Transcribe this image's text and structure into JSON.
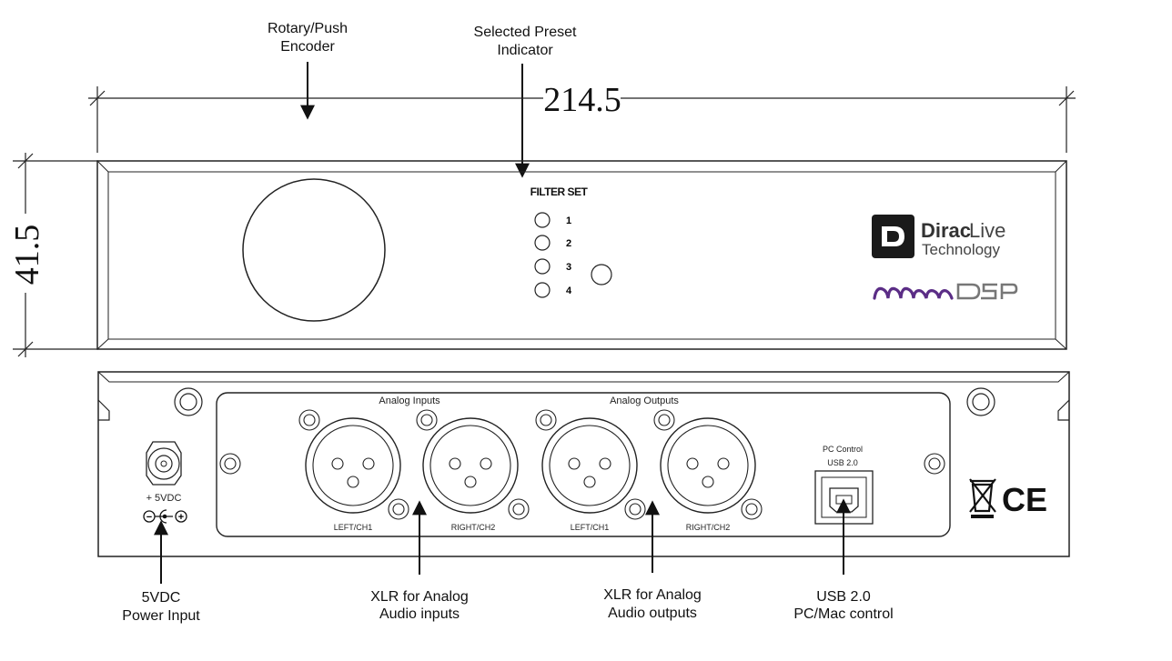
{
  "callouts": {
    "encoder": [
      "Rotary/Push",
      "Encoder"
    ],
    "preset": [
      "Selected Preset",
      "Indicator"
    ],
    "power": [
      "5VDC",
      "Power Input"
    ],
    "xlr_in": [
      "XLR for Analog",
      "Audio inputs"
    ],
    "xlr_out": [
      "XLR for Analog",
      "Audio outputs"
    ],
    "usb": [
      "USB 2.0",
      "PC/Mac control"
    ]
  },
  "dimensions": {
    "width": "214.5",
    "height": "41.5"
  },
  "front_panel": {
    "filter_set_label": "FILTER SET",
    "presets": [
      "1",
      "2",
      "3",
      "4"
    ],
    "dirac_line1_bold": "Dirac",
    "dirac_line1_light": " Live",
    "dirac_line2": "Technology",
    "brand_logo_text": "miniDSP"
  },
  "rear_panel": {
    "analog_inputs": "Analog Inputs",
    "analog_outputs": "Analog Outputs",
    "left_ch1": "LEFT/CH1",
    "right_ch2": "RIGHT/CH2",
    "pc_control": "PC Control",
    "usb_2": "USB 2.0",
    "power_label": "+ 5VDC",
    "polarity_minus": "−",
    "polarity_plus": "+",
    "ce_mark": "CE"
  },
  "colors": {
    "brand_purple": "#5b2d86",
    "line": "#222222",
    "logo_box": "#1a1a1a"
  }
}
